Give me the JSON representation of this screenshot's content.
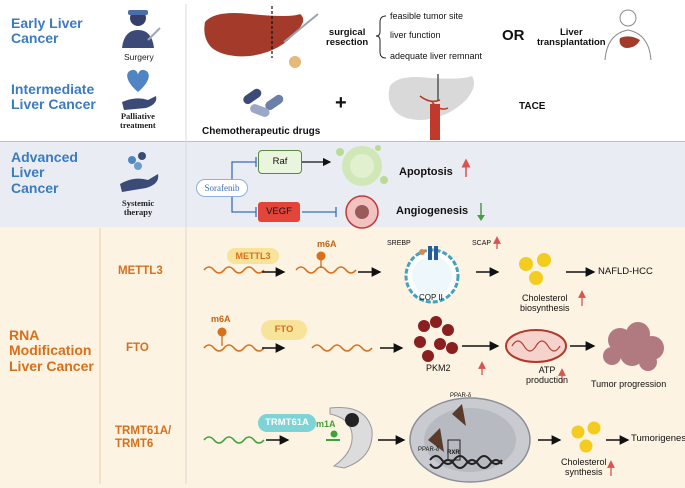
{
  "stages": {
    "early": {
      "line1": "Early Liver",
      "line2": "Cancer",
      "icon_label": "Surgery"
    },
    "intermediate": {
      "line1": "Intermediate",
      "line2": "Liver Cancer",
      "icon_label_1": "Palliative",
      "icon_label_2": "treatment"
    },
    "advanced": {
      "line1": "Advanced",
      "line2": "Liver",
      "line3": "Cancer",
      "icon_label_1": "Systemic",
      "icon_label_2": "therapy"
    },
    "rna": {
      "line1": "RNA",
      "line2": "Modification",
      "line3": "Liver Cancer"
    }
  },
  "early_panel": {
    "surgical_1": "surgical",
    "surgical_2": "resection",
    "criteria": [
      "feasible tumor site",
      "liver function",
      "adequate liver remnant"
    ],
    "or_label": "OR",
    "transplant_1": "Liver",
    "transplant_2": "transplantation"
  },
  "intermediate_panel": {
    "drugs_label": "Chemotherapeutic drugs",
    "plus": "+",
    "tace_label": "TACE"
  },
  "advanced_panel": {
    "sorafenib": "Sorafenib",
    "raf": "Raf",
    "vegf": "VEGF",
    "apoptosis": "Apoptosis",
    "angiogenesis": "Angiogenesis"
  },
  "rna_panel": {
    "rows": {
      "mettl3": {
        "label": "METTL3",
        "enzyme": "METTL3",
        "mark": "m6A",
        "srebp": "SREBP",
        "scap": "SCAP",
        "copii": "COP II",
        "chol_1": "Cholesterol",
        "chol_2": "biosynthesis",
        "outcome": "NAFLD-HCC"
      },
      "fto": {
        "label": "FTO",
        "mark": "m6A",
        "enzyme": "FTO",
        "pkm2": "PKM2",
        "atp_1": "ATP",
        "atp_2": "production",
        "outcome": "Tumor progression"
      },
      "trmt": {
        "label_1": "TRMT61A/",
        "label_2": "TRMT6",
        "enzyme": "TRMT61A",
        "mark": "m1A",
        "ppar_top": "PPAR-δ",
        "ppar_bottom": "PPAR-δ",
        "rxr": "RXR",
        "chol_1": "Cholesterol",
        "chol_2": "synthesis",
        "outcome": "Tumorigenesis"
      }
    }
  },
  "colors": {
    "stage_blue": "#3b7bbf",
    "rna_orange": "#d86f1a",
    "up_arrow": "#d9534f",
    "down_arrow": "#4a9a48",
    "early_bg": "#ffffff",
    "advanced_bg": "#e9edf3",
    "rna_bg": "#fdf3e2"
  }
}
